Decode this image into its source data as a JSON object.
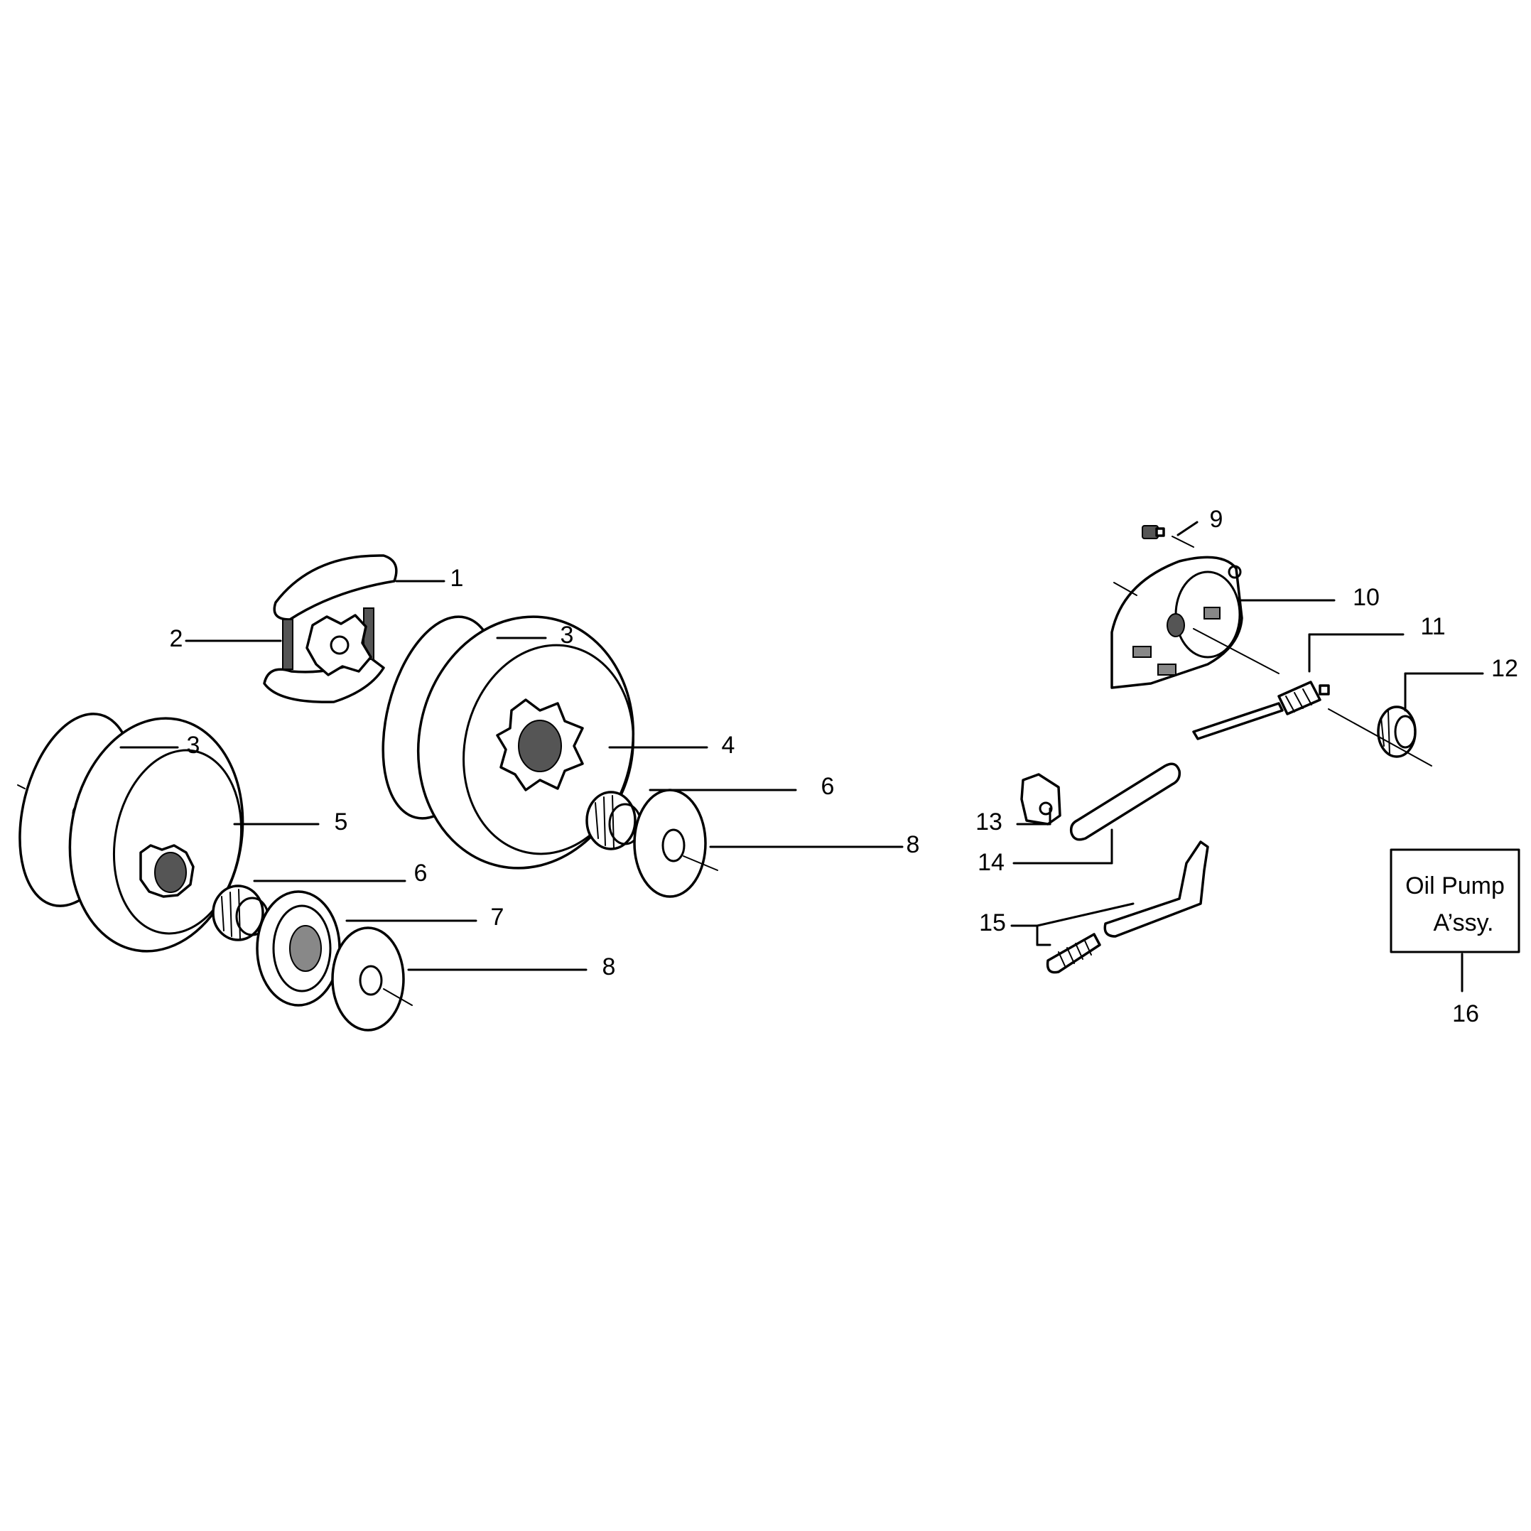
{
  "callouts": {
    "c1": "1",
    "c2": "2",
    "c3a": "3",
    "c3b": "3",
    "c4": "4",
    "c5": "5",
    "c6a": "6",
    "c6b": "6",
    "c7": "7",
    "c8a": "8",
    "c8b": "8",
    "c9": "9",
    "c10": "10",
    "c11": "11",
    "c12": "12",
    "c13": "13",
    "c14": "14",
    "c15": "15",
    "c16": "16"
  },
  "box16": {
    "line1": "Oil Pump",
    "line2": "A’ssy."
  }
}
